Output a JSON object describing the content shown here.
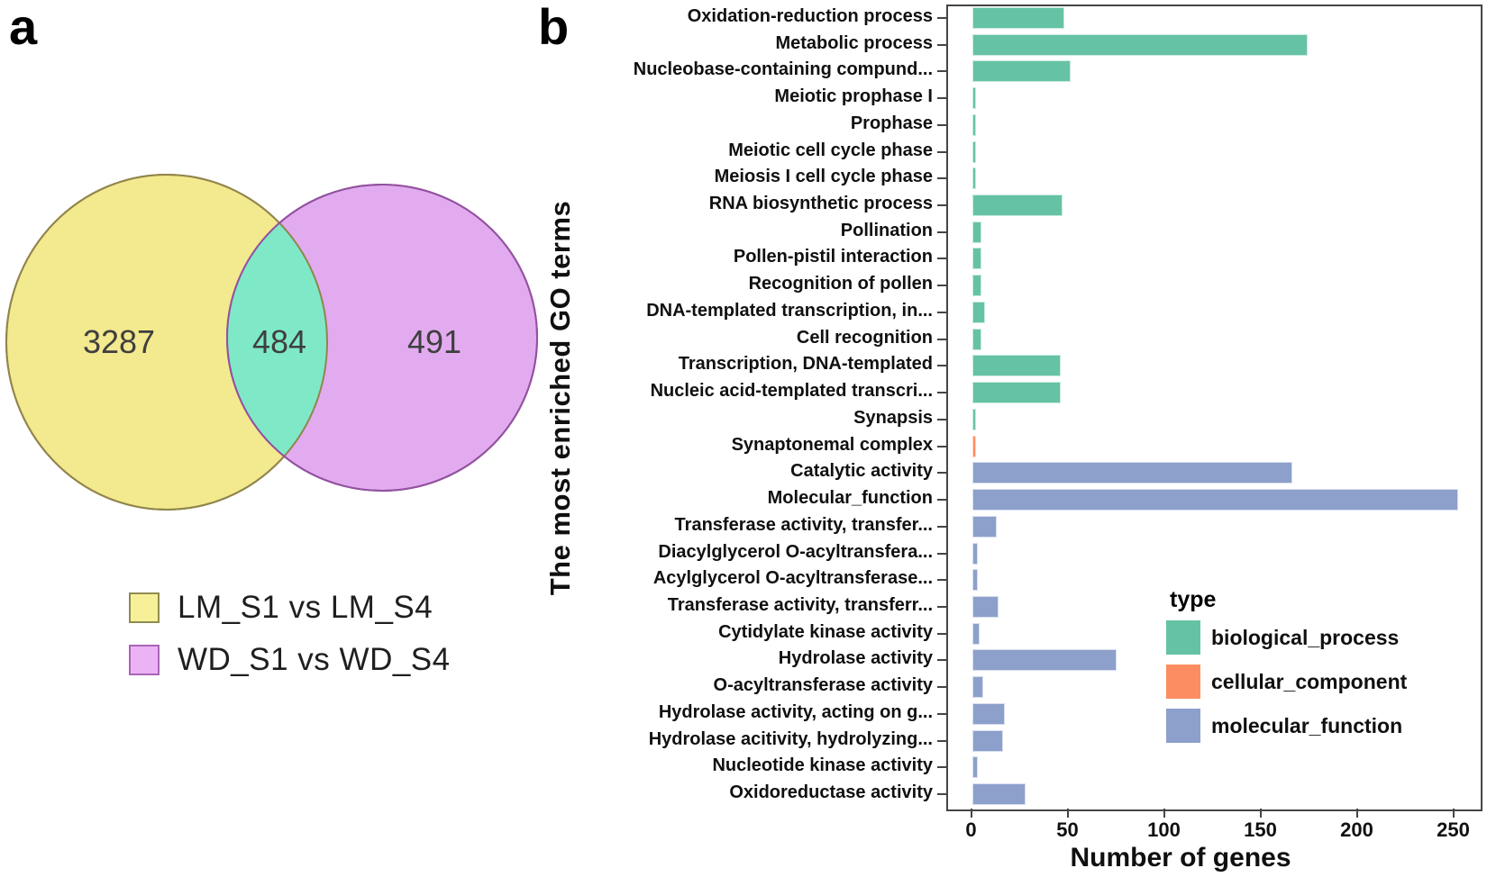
{
  "panel_a": {
    "label": "a",
    "venn": {
      "left_value": "3287",
      "overlap_value": "484",
      "right_value": "491",
      "left_fill": "#f3e98e",
      "left_stroke": "#91854c",
      "right_fill": "#e2abf0",
      "right_stroke": "#93519f",
      "overlap_fill": "#7fe9c7"
    },
    "legend": [
      {
        "label": "LM_S1 vs LM_S4",
        "color": "#f7f099",
        "border": "#8f8c50"
      },
      {
        "label": "WD_S1 vs WD_S4",
        "color": "#ecb3f4",
        "border": "#a864b8"
      }
    ]
  },
  "panel_b": {
    "label": "b",
    "y_axis_title": "The most enriched GO terms",
    "x_axis_title": "Number of genes",
    "legend": {
      "title": "type",
      "items": [
        {
          "label": "biological_process",
          "color": "#66C2A5"
        },
        {
          "label": "cellular_component",
          "color": "#FC8D62"
        },
        {
          "label": "molecular_function",
          "color": "#8DA0CB"
        }
      ]
    }
  },
  "chart_data": {
    "type": "bar",
    "orientation": "horizontal",
    "title": "",
    "xlabel": "Number of genes",
    "ylabel": "The most enriched GO terms",
    "xlim": [
      0,
      264
    ],
    "x_ticks": [
      0,
      50,
      100,
      150,
      200,
      250
    ],
    "grid": false,
    "legend_title": "type",
    "legend_position": "inside bottom-right",
    "groups": {
      "biological_process": "#66C2A5",
      "cellular_component": "#FC8D62",
      "molecular_function": "#8DA0CB"
    },
    "categories": [
      "Oxidation-reduction process",
      "Metabolic process",
      "Nucleobase-containing compund...",
      "Meiotic prophase I",
      "Prophase",
      "Meiotic cell cycle phase",
      "Meiosis I cell cycle phase",
      "RNA biosynthetic process",
      "Pollination",
      "Pollen-pistil interaction",
      "Recognition of pollen",
      "DNA-templated transcription, in...",
      "Cell recognition",
      "Transcription, DNA-templated",
      "Nucleic acid-templated transcri...",
      "Synapsis",
      "Synaptonemal complex",
      "Catalytic activity",
      "Molecular_function",
      "Transferase activity, transfer...",
      "Diacylglycerol O-acyltransfera...",
      "Acylglycerol O-acyltransferase...",
      "Transferase activity, transferr...",
      "Cytidylate kinase activity",
      "Hydrolase activity",
      "O-acyltransferase activity",
      "Hydrolase activity, acting on g...",
      "Hydrolase acitivity, hydrolyzing...",
      "Nucleotide kinase activity",
      "Oxidoreductase activity"
    ],
    "values": [
      48,
      174,
      51,
      2,
      2,
      2,
      2,
      47,
      5,
      5,
      5,
      7,
      5,
      46,
      46,
      2,
      2,
      166,
      252,
      13,
      3,
      3,
      14,
      4,
      75,
      6,
      17,
      16,
      3,
      28
    ],
    "types": [
      "biological_process",
      "biological_process",
      "biological_process",
      "biological_process",
      "biological_process",
      "biological_process",
      "biological_process",
      "biological_process",
      "biological_process",
      "biological_process",
      "biological_process",
      "biological_process",
      "biological_process",
      "biological_process",
      "biological_process",
      "biological_process",
      "cellular_component",
      "molecular_function",
      "molecular_function",
      "molecular_function",
      "molecular_function",
      "molecular_function",
      "molecular_function",
      "molecular_function",
      "molecular_function",
      "molecular_function",
      "molecular_function",
      "molecular_function",
      "molecular_function",
      "molecular_function"
    ]
  }
}
